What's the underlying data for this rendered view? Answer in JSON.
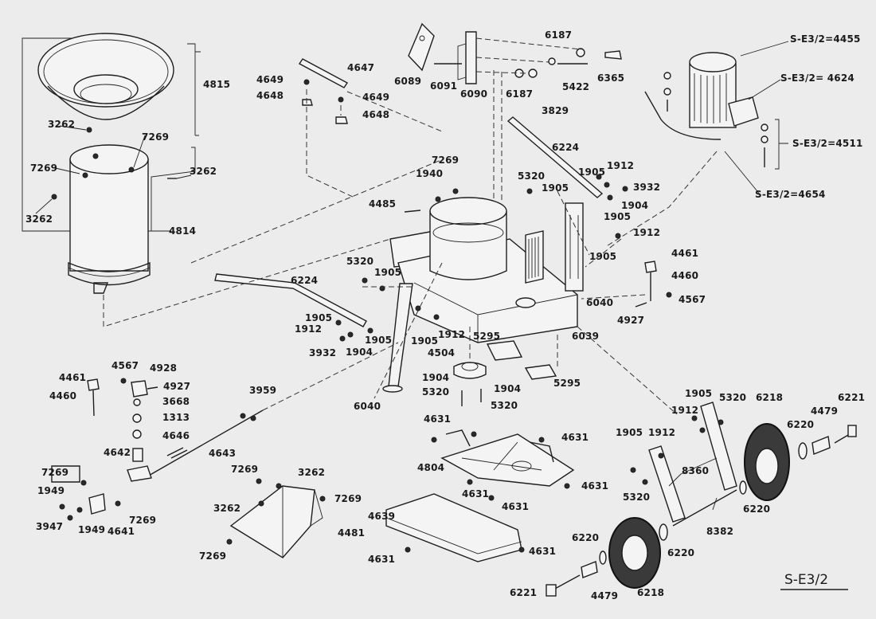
{
  "sheet_id": "S-E3/2",
  "labels": {
    "l4815": "4815",
    "l3262a": "3262",
    "l7269a": "7269",
    "l7269b": "7269",
    "l3262b": "3262",
    "l3262c": "3262",
    "l4814": "4814",
    "l4649a": "4649",
    "l4647": "4647",
    "l4648a": "4648",
    "l4649b": "4649",
    "l4648b": "4648",
    "l6089": "6089",
    "l6091": "6091",
    "l6090": "6090",
    "l6187a": "6187",
    "l5422": "5422",
    "l6365": "6365",
    "l6187b": "6187",
    "l3829": "3829",
    "motor4455": "S-E3/2=4455",
    "motor4624": "S-E3/2= 4624",
    "motor4511": "S-E3/2=4511",
    "motor4654": "S-E3/2=4654",
    "l6224a": "6224",
    "l1905a": "1905",
    "l1912a": "1912",
    "l5320a": "5320",
    "l1905b": "1905",
    "l3932a": "3932",
    "l1904a": "1904",
    "l1905c": "1905",
    "l1912b": "1912",
    "l1905d": "1905",
    "l7269c": "7269",
    "l1940": "1940",
    "l4485": "4485",
    "l4461a": "4461",
    "l4460a": "4460",
    "l4567a": "4567",
    "l4927a": "4927",
    "l6040a": "6040",
    "l6039": "6039",
    "l5320b": "5320",
    "l1905e": "1905",
    "l6224b": "6224",
    "l1905f": "1905",
    "l1912c": "1912",
    "l3932b": "3932",
    "l1904b": "1904",
    "l1905g": "1905",
    "l1905h": "1905",
    "l1912d": "1912",
    "l5295a": "5295",
    "l4504": "4504",
    "l1904c": "1904",
    "l5320c": "5320",
    "l1904d": "1904",
    "l5320d": "5320",
    "l5295b": "5295",
    "l6040b": "6040",
    "l4461b": "4461",
    "l4567b": "4567",
    "l4928": "4928",
    "l4460b": "4460",
    "l4927b": "4927",
    "l3668": "3668",
    "l1313": "1313",
    "l4646": "4646",
    "l3959": "3959",
    "l4642": "4642",
    "l4643": "4643",
    "l7269d": "7269",
    "l1949a": "1949",
    "l3947": "3947",
    "l1949b": "1949",
    "l4641": "4641",
    "l7269e": "7269",
    "l7269f": "7269",
    "l3262d": "3262",
    "l3262e": "3262",
    "l7269g": "7269",
    "l4481": "4481",
    "l7269h": "7269",
    "l4631a": "4631",
    "l4631b": "4631",
    "l4804": "4804",
    "l4631c": "4631",
    "l4631d": "4631",
    "l4631e": "4631",
    "l4639": "4639",
    "l4631f": "4631",
    "l4631g": "4631",
    "l1905i": "1905",
    "l5320e": "5320",
    "l6218a": "6218",
    "l6221a": "6221",
    "l1912e": "1912",
    "l1905j": "1905",
    "l1912f": "1912",
    "l6220a": "6220",
    "l4479a": "4479",
    "l8360": "8360",
    "l5320f": "5320",
    "l6220b": "6220",
    "l8382": "8382",
    "l6220c": "6220",
    "l6220d": "6220",
    "l6221b": "6221",
    "l4479b": "4479",
    "l6218b": "6218"
  }
}
